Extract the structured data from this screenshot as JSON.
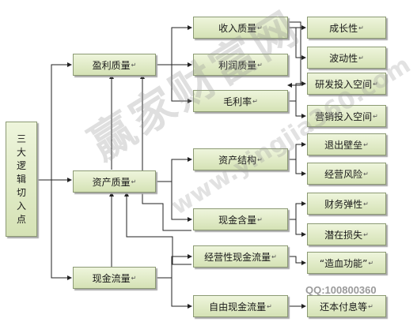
{
  "nodes": {
    "root": [
      "三",
      "大",
      "逻",
      "辑",
      "切",
      "入",
      "点"
    ],
    "profit_quality": "盈利质量",
    "asset_quality": "资产质量",
    "cash_flow": "现金流量",
    "revenue_quality": "收入质量",
    "earnings_quality": "利润质量",
    "gross_margin": "毛利率",
    "asset_structure": "资产结构",
    "cash_content": "现金含量",
    "operating_cash_flow": "经营性现金流量",
    "free_cash_flow": "自由现金流量",
    "growth": "成长性",
    "volatility": "波动性",
    "rd_investment_space": "研发投入空间",
    "marketing_investment_space": "营销投入空间",
    "exit_barrier": "退出壁垒",
    "operating_risk": "经营风险",
    "financial_elasticity": "财务弹性",
    "potential_loss": "潜在损失",
    "blood_making_function": "“造血功能”",
    "debt_repayment": "还本付息等"
  },
  "para_mark": "↵",
  "watermark": {
    "main": "赢家财富网",
    "sub": "www.yingjia360.com",
    "qq": "QQ:100800360"
  }
}
